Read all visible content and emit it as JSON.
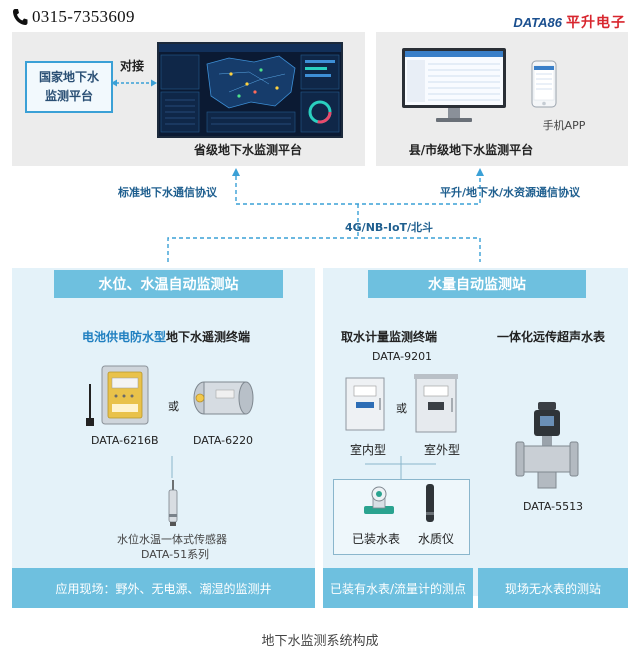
{
  "header": {
    "phone": "0315-7353609",
    "brand_en": "DATA86",
    "brand_cn": "平升电子"
  },
  "top": {
    "national": {
      "line1": "国家地下水",
      "line2": "监测平台"
    },
    "dock_label": "对接",
    "provincial_caption": "省级地下水监测平台",
    "county_caption": "县/市级地下水监测平台",
    "app_caption": "手机APP"
  },
  "protocols": {
    "left": "标准地下水通信协议",
    "right": "平升/地下水/水资源通信协议",
    "center": "4G/NB-IoT/北斗"
  },
  "left_station": {
    "title": "水位、水温自动监测站",
    "subtitle_highlight": "电池供电防水型",
    "subtitle_rest": "地下水遥测终端",
    "or": "或",
    "model_a": "DATA-6216B",
    "model_b": "DATA-6220",
    "sensor_name": "水位水温一体式传感器",
    "sensor_model": "DATA-51系列",
    "footer": "应用现场：野外、无电源、潮湿的监测井"
  },
  "right_station": {
    "title": "水量自动监测站",
    "col1_title": "取水计量监测终端",
    "col1_model": "DATA-9201",
    "or": "或",
    "indoor": "室内型",
    "outdoor": "室外型",
    "installed_meter": "已装水表",
    "water_quality": "水质仪",
    "col2_title": "一体化远传超声水表",
    "col2_model": "DATA-5513",
    "footer_mid": "已装有水表/流量计的测点",
    "footer_right": "现场无水表的测站"
  },
  "caption": "地下水监测系统构成",
  "colors": {
    "accent_blue": "#6ec0df",
    "panel_blue": "#e4f2f9",
    "panel_grey": "#ececec",
    "brand_red": "#d8262e",
    "brand_blue": "#1a4f8f"
  }
}
